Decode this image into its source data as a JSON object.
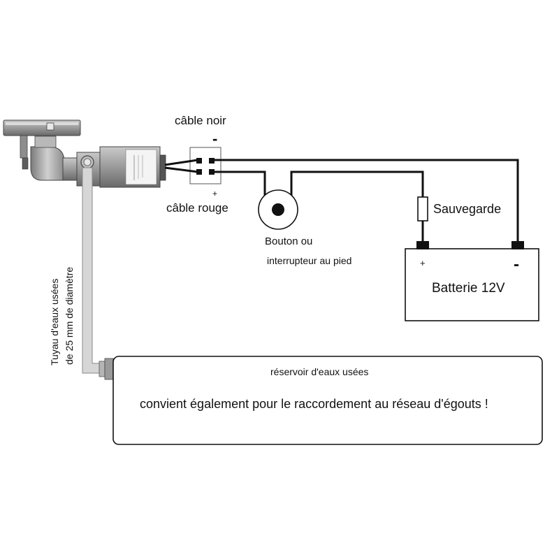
{
  "labels": {
    "cable_noir": "câble noir",
    "minus_top": "-",
    "plus_bottom": "+",
    "cable_rouge": "câble rouge",
    "bouton_line1": "Bouton ou",
    "bouton_line2": "interrupteur au pied",
    "sauvegarde": "Sauvegarde",
    "battery_plus": "+",
    "battery_minus": "-",
    "batterie": "Batterie 12V",
    "pipe_line1": "Tuyau d'eaux usées",
    "pipe_line2": "de 25 mm de diamètre",
    "tank_title": "réservoir d'eaux usées",
    "tank_text": "convient également pour le raccordement au réseau d'égouts !"
  },
  "colors": {
    "line": "#111111",
    "pipe": "#d6d6d6",
    "pipe_edge": "#8a8a8a",
    "metal": "#9e9e9e",
    "metal_dark": "#6e6e6e",
    "motor_label": "#f4f4f4"
  }
}
